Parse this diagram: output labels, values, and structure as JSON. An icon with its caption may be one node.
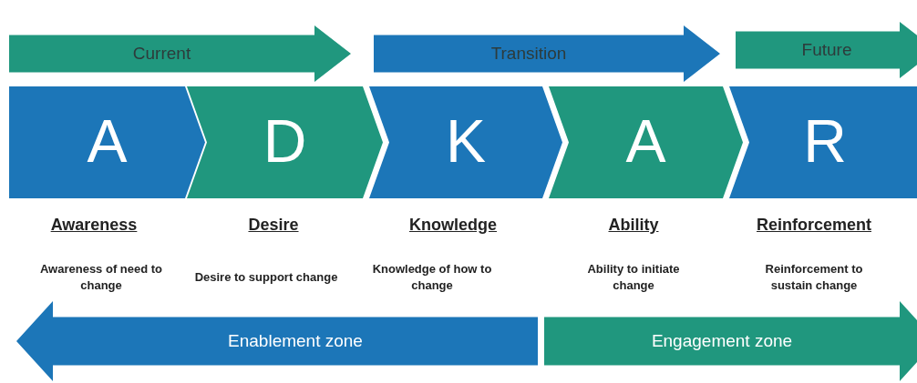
{
  "diagram": {
    "nodes": [
      {
        "text": [
          "Current"
        ]
      },
      {
        "text": [
          "Transition"
        ]
      },
      {
        "text": [
          "Future"
        ]
      },
      {
        "text": [
          "A"
        ]
      },
      {
        "text": [
          "D"
        ]
      },
      {
        "text": [
          "K"
        ]
      },
      {
        "text": [
          "A"
        ]
      },
      {
        "text": [
          "R"
        ]
      },
      {
        "text": [
          "Enablement zone"
        ]
      },
      {
        "text": [
          "Engagement zone"
        ]
      }
    ],
    "edges": [],
    "labels": [
      "Awareness",
      "Desire",
      "Knowledge",
      "Ability",
      "Reinforcement",
      "Awareness of need to change",
      "Desire to support change",
      "Knowledge of how to change",
      "Ability to initiate change",
      "Reinforcement to sustain change"
    ]
  }
}
